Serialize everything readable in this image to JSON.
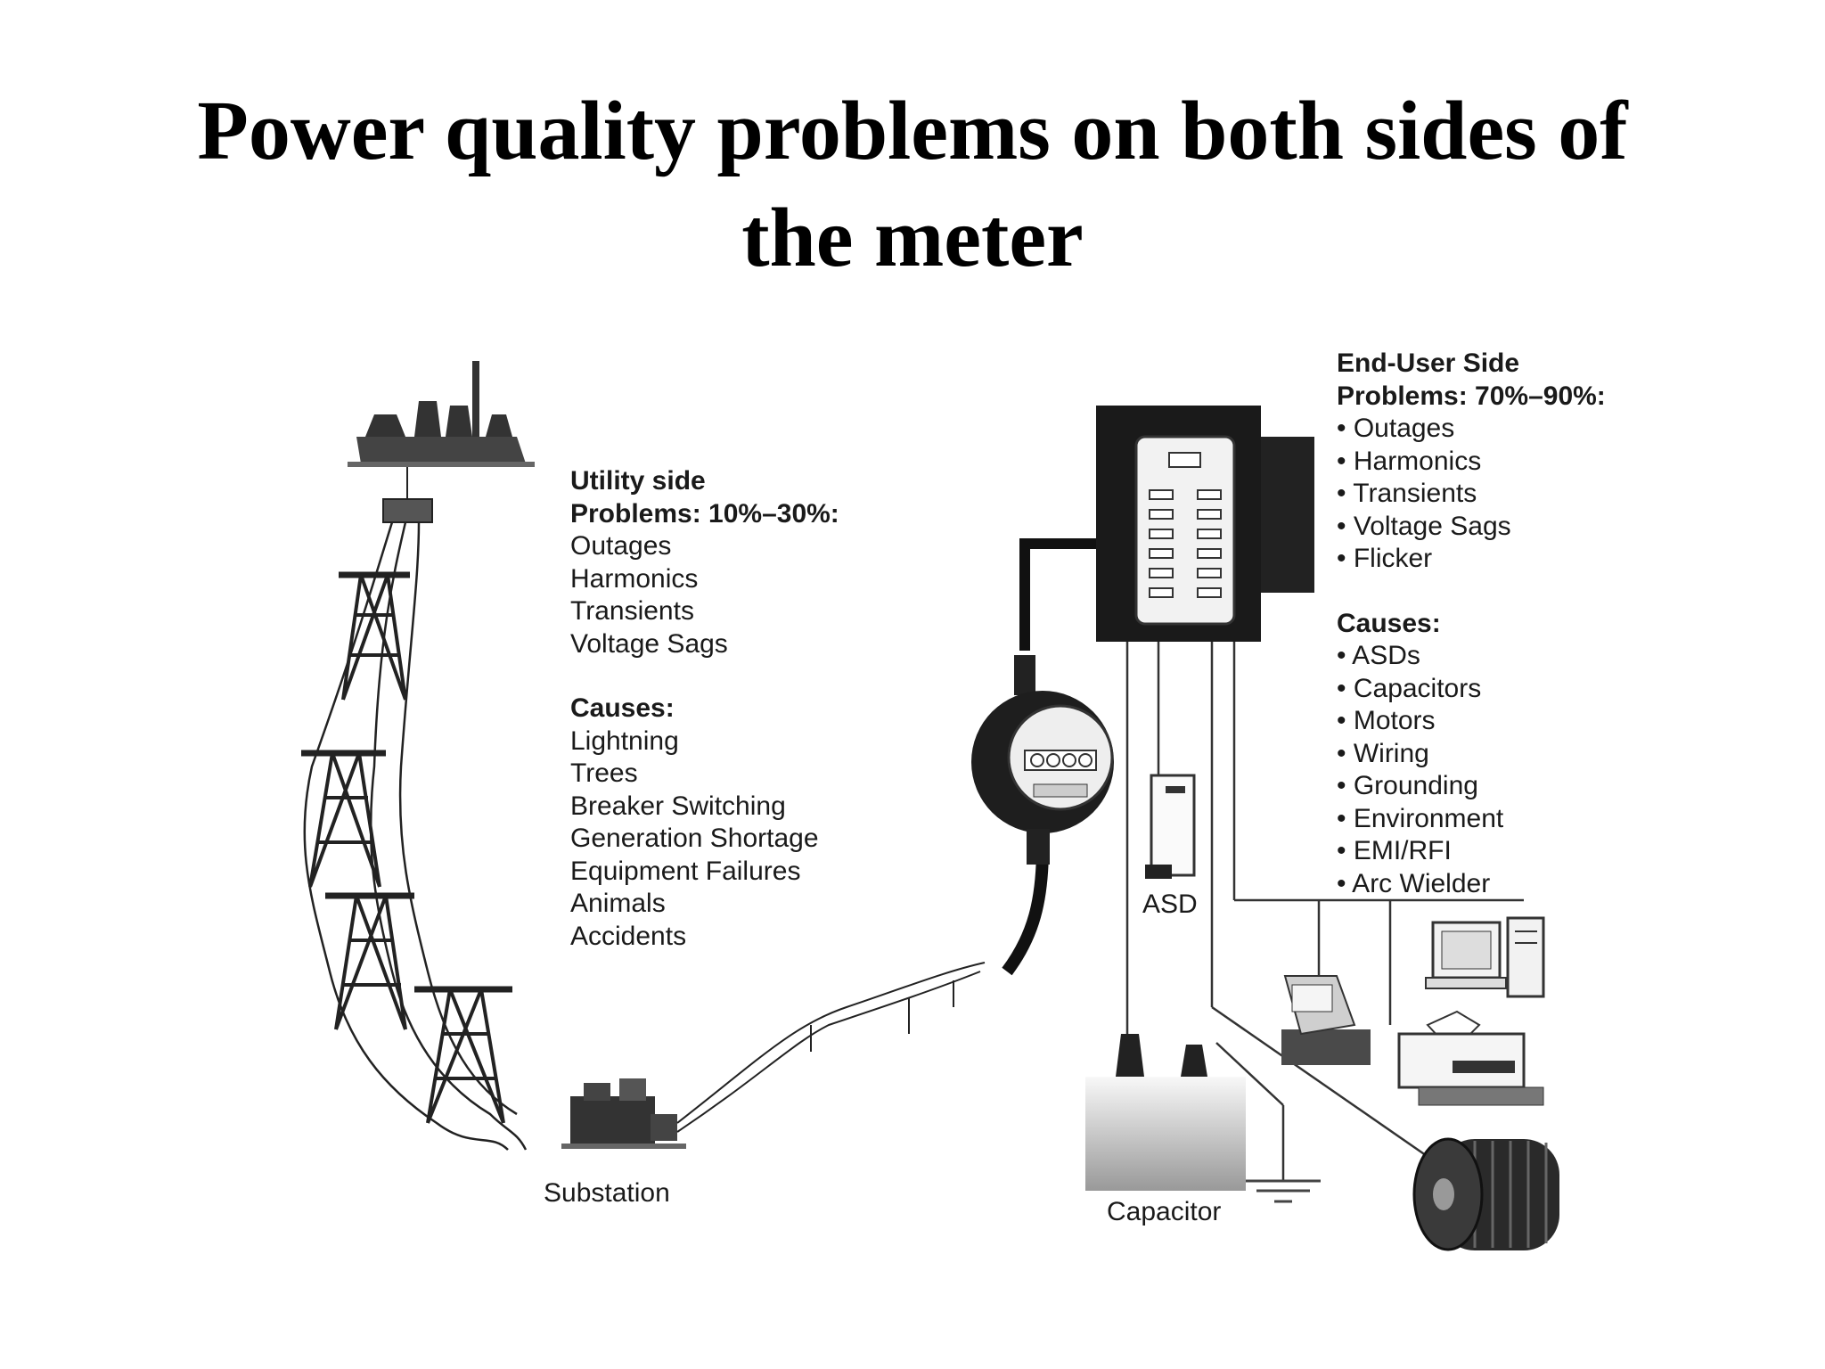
{
  "title_line1": "Power quality problems on both sides of",
  "title_line2": "the meter",
  "utility": {
    "heading1": "Utility side",
    "heading2": "Problems: 10%–30%:",
    "problems": [
      "Outages",
      "Harmonics",
      "Transients",
      "Voltage Sags"
    ],
    "causes_heading": "Causes:",
    "causes": [
      "Lightning",
      "Trees",
      "Breaker Switching",
      "Generation Shortage",
      "Equipment Failures",
      "Animals",
      "Accidents"
    ]
  },
  "enduser": {
    "heading1": "End-User Side",
    "heading2": "Problems: 70%–90%:",
    "problems": [
      "• Outages",
      "• Harmonics",
      "• Transients",
      "• Voltage Sags",
      "• Flicker"
    ],
    "causes_heading": "Causes:",
    "causes": [
      "• ASDs",
      "• Capacitors",
      "• Motors",
      "• Wiring",
      "• Grounding",
      "• Environment",
      "• EMI/RFI",
      "• Arc Wielder"
    ]
  },
  "labels": {
    "substation": "Substation",
    "asd": "ASD",
    "capacitor": "Capacitor"
  },
  "icons": [
    "power-plant-icon",
    "transmission-tower-icon",
    "substation-icon",
    "electric-meter-icon",
    "service-panel-icon",
    "asd-drive-icon",
    "capacitor-icon",
    "ground-icon",
    "fax-machine-icon",
    "computer-icon",
    "printer-icon",
    "motor-icon"
  ]
}
